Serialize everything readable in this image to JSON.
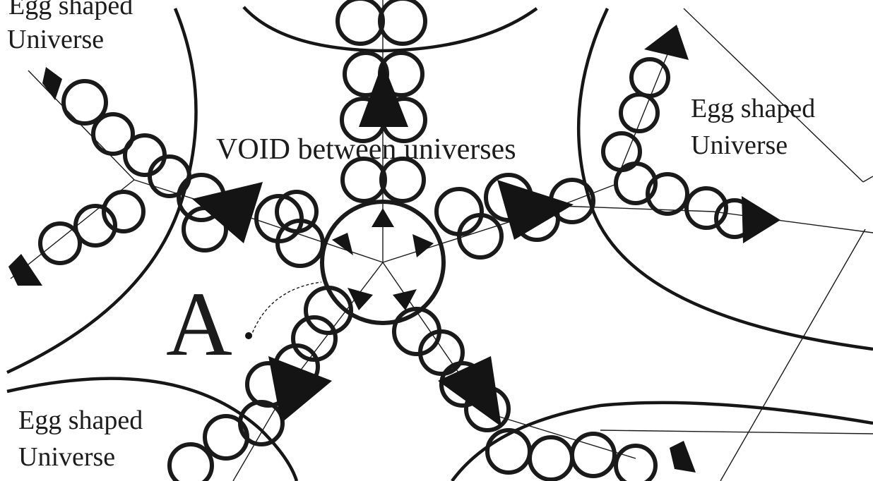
{
  "diagram": {
    "labels": {
      "egg_top_left_line1": "Egg shaped",
      "egg_top_left_line2": "Universe",
      "egg_right_line1": "Egg shaped",
      "egg_right_line2": "Universe",
      "egg_bottom_left_line1": "Egg shaped",
      "egg_bottom_left_line2": "Universe",
      "void_label": "VOID between universes",
      "point_letter": "A"
    },
    "colors": {
      "ink": "#1a1a1a",
      "background": "#ffffff"
    }
  }
}
